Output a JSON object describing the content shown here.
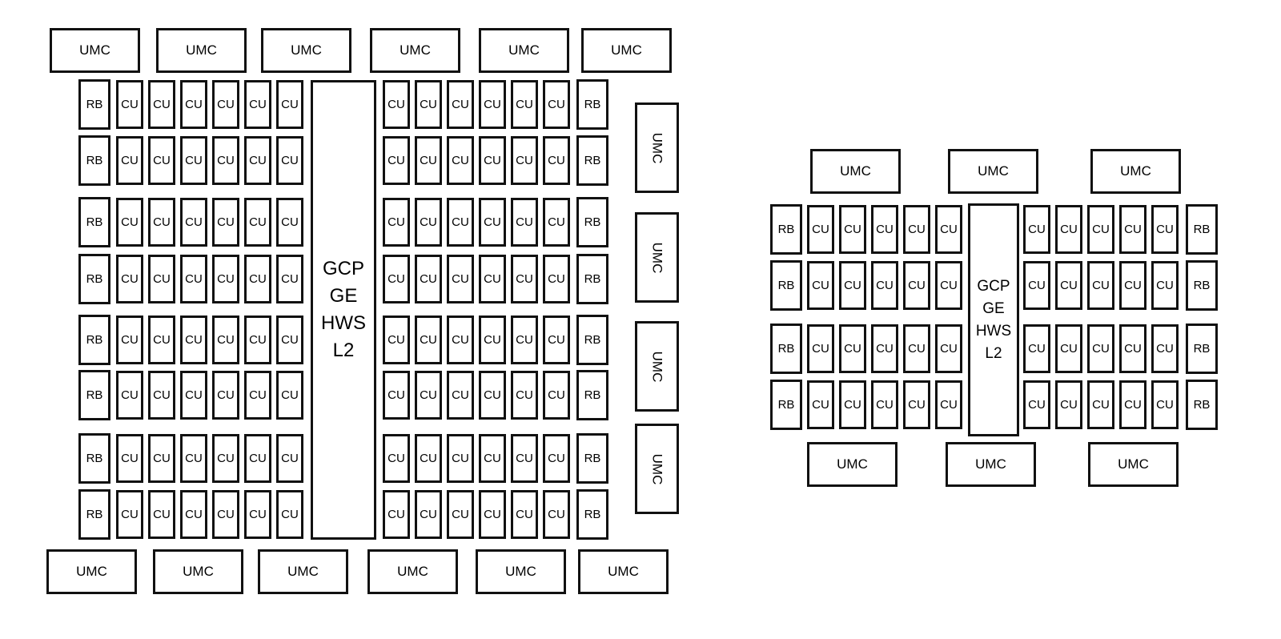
{
  "labels": {
    "umc": "UMC",
    "cu": "CU",
    "rb": "RB"
  },
  "hub_large": [
    "GCP",
    "GE",
    "HWS",
    "L2"
  ],
  "hub_small": [
    "GCP",
    "GE",
    "HWS",
    "L2"
  ]
}
